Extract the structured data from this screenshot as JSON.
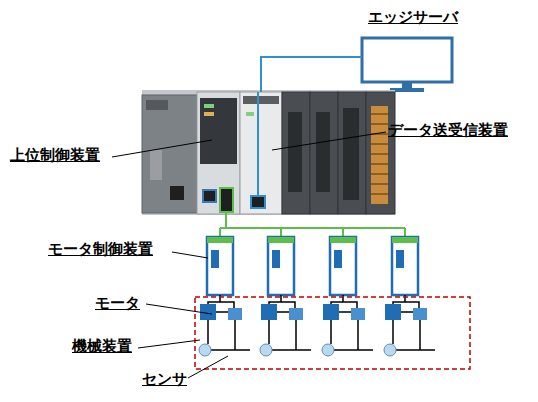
{
  "diagram": {
    "nodes": [
      {
        "text": [
          "エッジサーバ"
        ]
      },
      {
        "text": [
          "上位制御装置"
        ]
      },
      {
        "text": [
          "データ送受信装置"
        ],
        "in": 1
      }
    ],
    "edges": [
      {
        "from": 0,
        "to": 2,
        "arrow": "none"
      }
    ],
    "labels": [
      "モータ制御装置",
      "モータ",
      "機械装置",
      "センサ"
    ]
  }
}
